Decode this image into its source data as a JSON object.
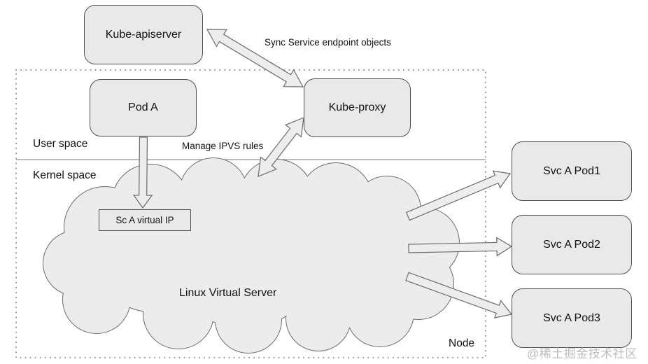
{
  "diagram": {
    "nodes": {
      "kube_apiserver": "Kube-apiserver",
      "pod_a": "Pod A",
      "kube_proxy": "Kube-proxy",
      "svc_a_pod1": "Svc A Pod1",
      "svc_a_pod2": "Svc A Pod2",
      "svc_a_pod3": "Svc A Pod3",
      "sc_a_virtual_ip": "Sc A virtual IP",
      "linux_virtual_server": "Linux Virtual Server"
    },
    "labels": {
      "sync_service": "Sync Service endpoint objects",
      "manage_ipvs": "Manage IPVS rules",
      "user_space": "User space",
      "kernel_space": "Kernel space",
      "node": "Node"
    },
    "watermark": "@稀土掘金技术社区",
    "colors": {
      "box_fill": "#e9e9e9",
      "box_border": "#4f4f4f",
      "arrow_fill": "#ededed",
      "arrow_stroke": "#6b6b6b",
      "cloud_fill": "#ececec",
      "cloud_stroke": "#6b6b6b",
      "dotted_border": "#8a8a8a",
      "divider": "#777777",
      "text": "#111111",
      "watermark_color": "#bcbcbc"
    }
  }
}
